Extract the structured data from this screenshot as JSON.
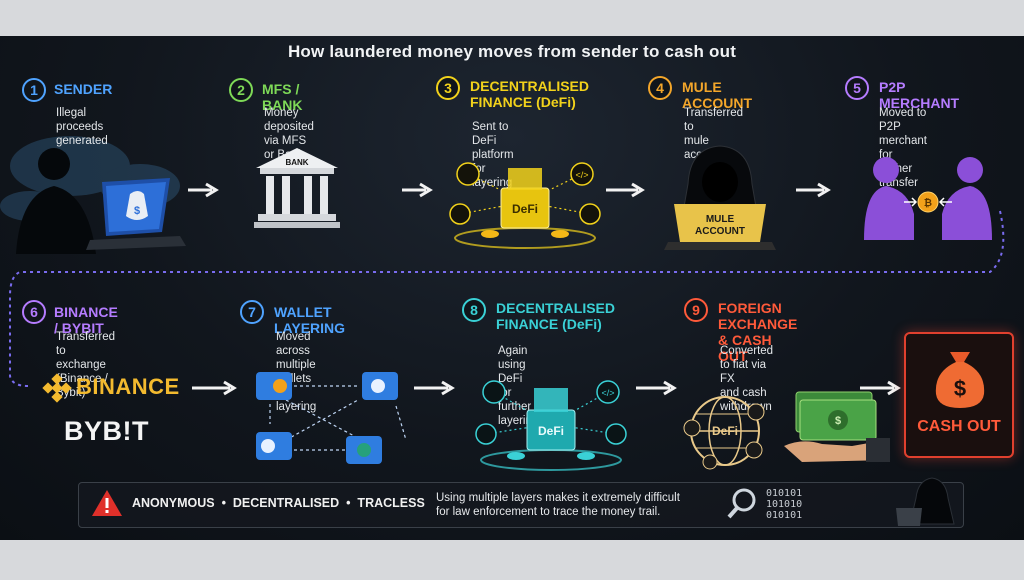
{
  "title": "How laundered money moves from sender to cash out",
  "colors": {
    "blue": "#4fa3ff",
    "green": "#7ed957",
    "yellow": "#f2d21b",
    "orange": "#f4a62a",
    "purple": "#b57cff",
    "teal": "#3ad1d6",
    "red": "#ff5a3a",
    "binance": "#f3ba2f"
  },
  "steps": [
    {
      "num": "1",
      "title": "SENDER",
      "desc": [
        "Illegal proceeds",
        "generated"
      ]
    },
    {
      "num": "2",
      "title": "MFS / BANK",
      "desc": [
        "Money deposited",
        "via MFS or Bank"
      ]
    },
    {
      "num": "3",
      "title": [
        "DECENTRALISED",
        "FINANCE (DeFi)"
      ],
      "desc": [
        "Sent to DeFi platform",
        "for layering"
      ]
    },
    {
      "num": "4",
      "title": "MULE ACCOUNT",
      "desc": [
        "Transferred to",
        "mule account"
      ]
    },
    {
      "num": "5",
      "title": "P2P MERCHANT",
      "desc": [
        "Moved to P2P merchant",
        "for further transfer"
      ]
    },
    {
      "num": "6",
      "title": "BINANCE / BYBIT",
      "desc": [
        "Transferred to exchange",
        "(Binance / Bybit)"
      ]
    },
    {
      "num": "7",
      "title": "WALLET LAYERING",
      "desc": [
        "Moved across multiple",
        "wallets for layering"
      ]
    },
    {
      "num": "8",
      "title": [
        "DECENTRALISED",
        "FINANCE (DeFi)"
      ],
      "desc": [
        "Again using DeFi",
        "for further layering"
      ]
    },
    {
      "num": "9",
      "title": [
        "FOREIGN EXCHANGE",
        "& CASH OUT"
      ],
      "desc": [
        "Converted to fiat via FX",
        "and cash withdrawn"
      ]
    }
  ],
  "icons": {
    "bank_sign": "BANK",
    "mule_sign": [
      "MULE",
      "ACCOUNT"
    ],
    "defi_1": "DeFi",
    "defi_2": "DeFi",
    "fx_defi": "DeFi",
    "binance": "BINANCE",
    "bybit": "BYB!T",
    "cash_out": "CASH OUT"
  },
  "bottom": {
    "keywords": "ANONYMOUS  •  DECENTRALISED  •  TRACLESS",
    "message": [
      "Using multiple layers makes it extremely difficult",
      "for law enforcement to trace the money trail."
    ],
    "binary": [
      "010101",
      "101010",
      "010101"
    ]
  }
}
